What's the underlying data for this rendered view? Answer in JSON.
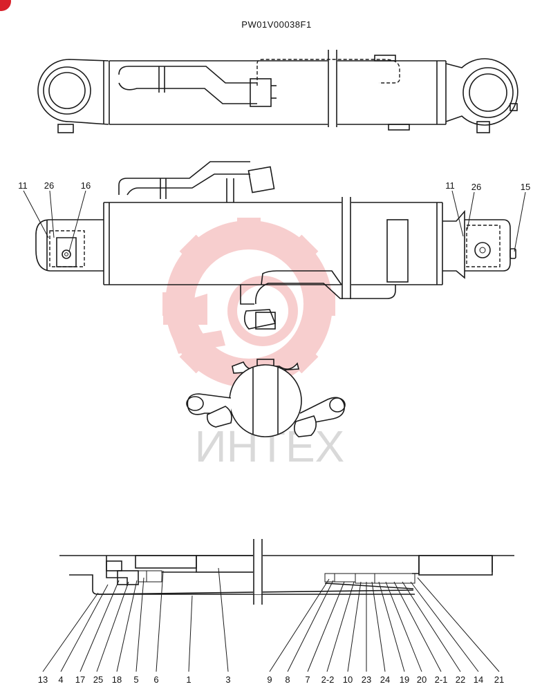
{
  "drawing_code": "PW01V00038F1",
  "watermark_text": "ИНТЕХ",
  "colors": {
    "line": "#1a1a1a",
    "watermark_gear": "#f7c9c9",
    "watermark_text": "#d9d9d9",
    "badge": "#d8202a"
  },
  "views": {
    "side_callouts": {
      "left": [
        "11",
        "26",
        "16"
      ],
      "right": [
        "11",
        "26",
        "15"
      ]
    },
    "section_callouts": [
      "13",
      "4",
      "17",
      "25",
      "18",
      "5",
      "6",
      "1",
      "3",
      "9",
      "8",
      "7",
      "2-2",
      "10",
      "23",
      "24",
      "19",
      "20",
      "2-1",
      "22",
      "14",
      "21"
    ]
  }
}
